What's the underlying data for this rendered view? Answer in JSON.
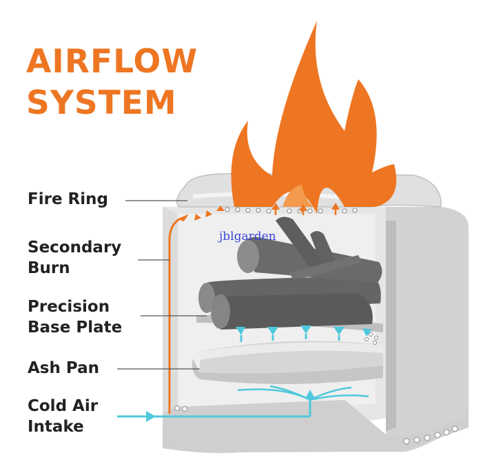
{
  "title": {
    "line1": "AIRFLOW",
    "line2": "SYSTEM"
  },
  "labels": {
    "fire_ring": "Fire Ring",
    "secondary_burn_1": "Secondary",
    "secondary_burn_2": "Burn",
    "base_plate_1": "Precision",
    "base_plate_2": "Base Plate",
    "ash_pan": "Ash Pan",
    "air_intake_1": "Cold Air",
    "air_intake_2": "Intake"
  },
  "watermark": "jblgarden",
  "colors": {
    "accent": "#ee7622",
    "airflow": "#4fc8dc",
    "steel": "#d9d9d9",
    "log": "#6d6d6d",
    "text": "#222222"
  }
}
